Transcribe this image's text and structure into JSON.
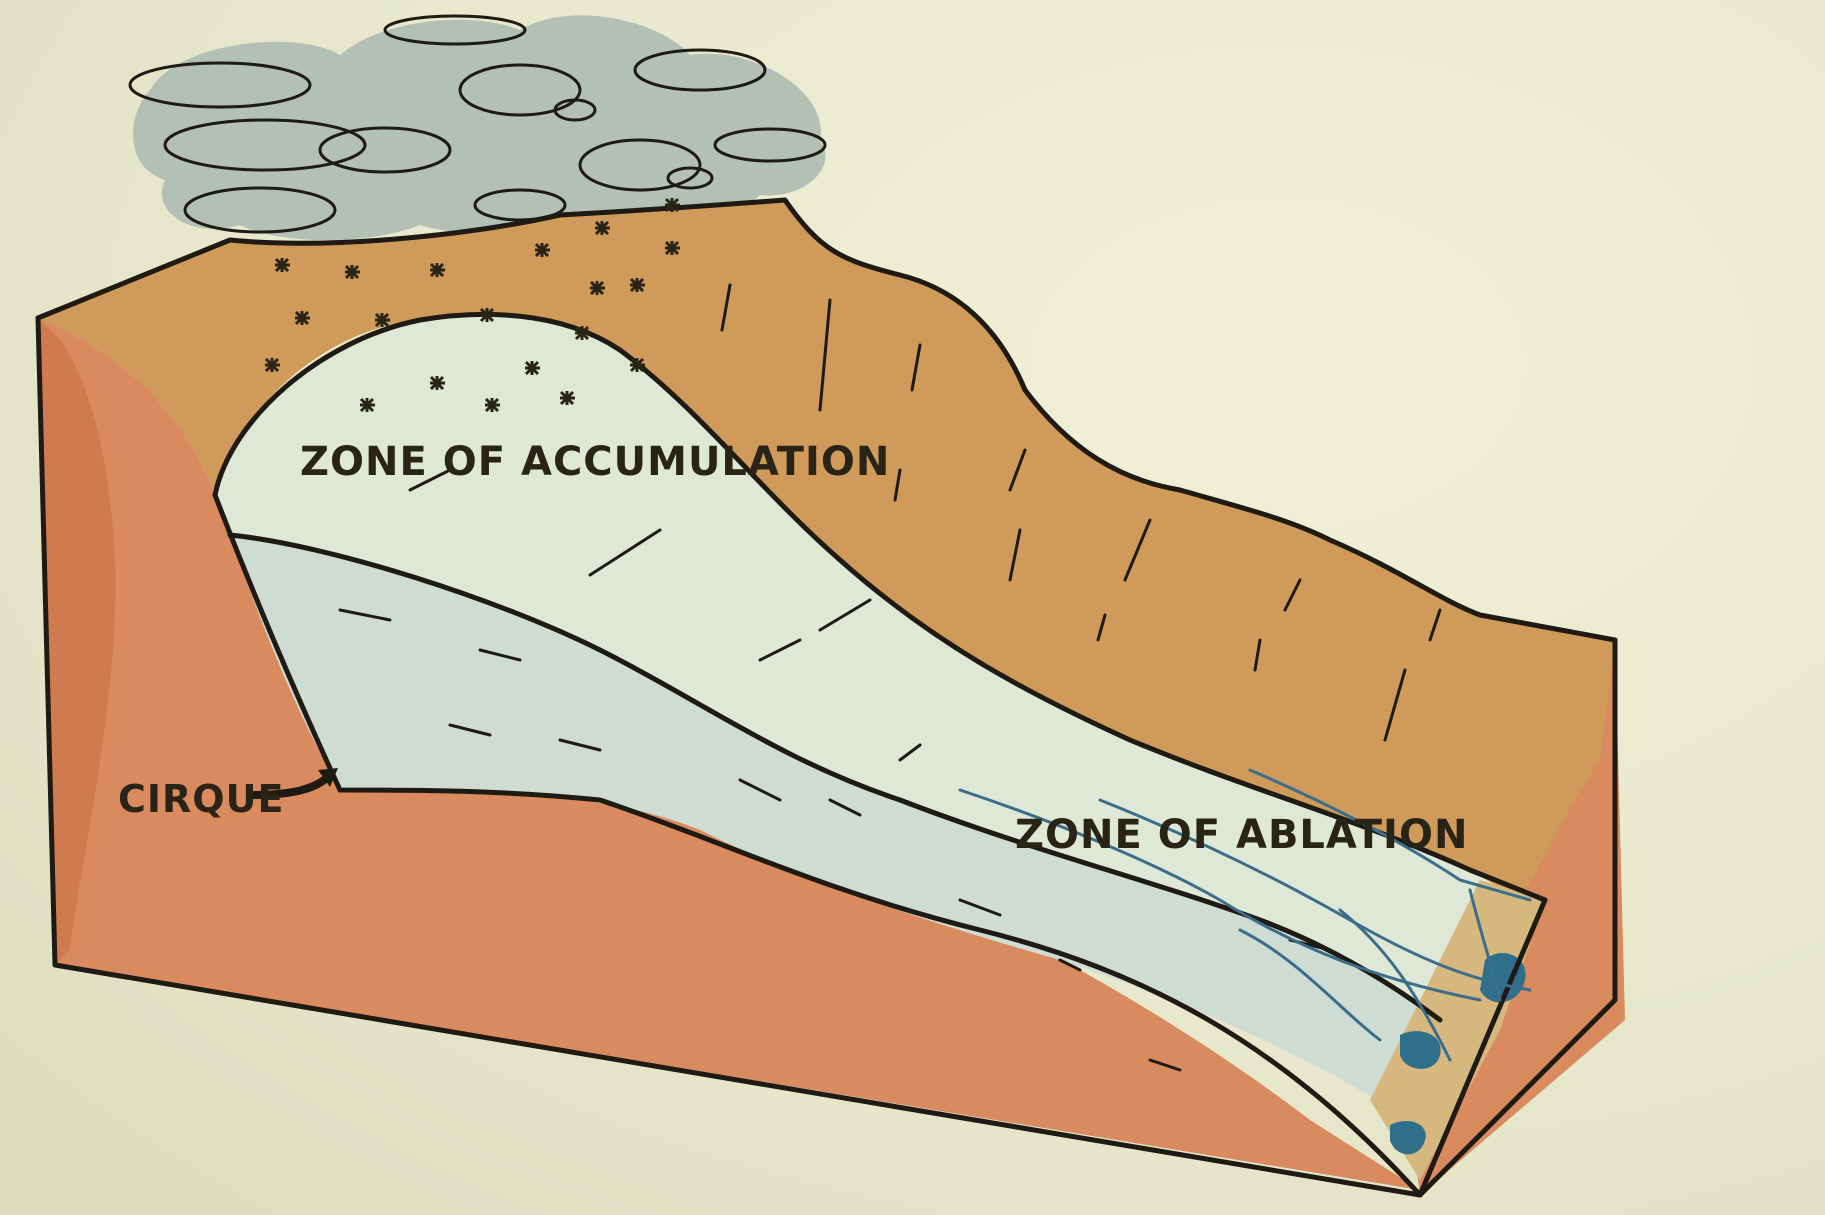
{
  "labels": {
    "zone_accumulation": "ZONE OF ACCUMULATION",
    "zone_ablation": "ZONE OF ABLATION",
    "cirque": "CIRQUE"
  },
  "colors": {
    "background": "#e9ead0",
    "bedrock": "#d98a5e",
    "bedrock_dark": "#c96f48",
    "valley_wall": "#cf9a5a",
    "ice": "#dfe8d6",
    "glacier_body": "#cfdcd4",
    "cloud": "#a9b9b2",
    "meltwater": "#2f6f8a",
    "ink": "#1f1a14"
  },
  "icons": [
    "cloud-icon",
    "snowflake-icon",
    "arrow-icon",
    "meltwater-pool-icon"
  ]
}
